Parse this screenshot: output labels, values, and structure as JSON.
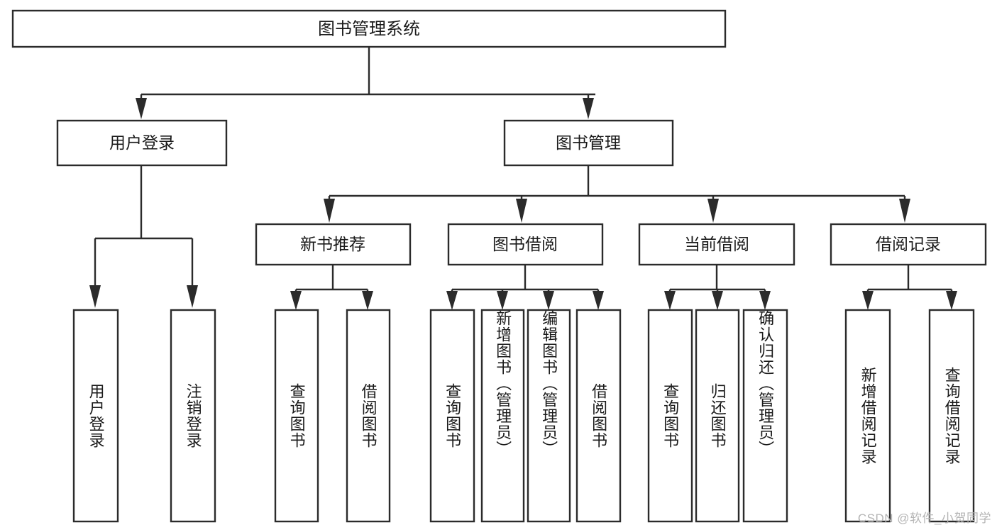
{
  "diagram": {
    "type": "tree-hierarchy",
    "title": "图书管理系统",
    "watermark": "CSDN @软件_小贺同学",
    "colors": {
      "background": "#ffffff",
      "stroke": "#2b2b2b",
      "box_fill": "#ffffff",
      "text": "#1a1a1a",
      "watermark": "#b4b4b4"
    },
    "root": {
      "label": "图书管理系统",
      "orientation": "horizontal"
    },
    "level2": [
      {
        "label": "用户登录",
        "orientation": "horizontal"
      },
      {
        "label": "图书管理",
        "orientation": "horizontal"
      }
    ],
    "level3": [
      {
        "label": "新书推荐",
        "orientation": "horizontal",
        "parent": "图书管理"
      },
      {
        "label": "图书借阅",
        "orientation": "horizontal",
        "parent": "图书管理"
      },
      {
        "label": "当前借阅",
        "orientation": "horizontal",
        "parent": "图书管理"
      },
      {
        "label": "借阅记录",
        "orientation": "horizontal",
        "parent": "图书管理"
      }
    ],
    "leaves": [
      {
        "label": "用户登录",
        "orientation": "vertical",
        "parent": "用户登录"
      },
      {
        "label": "注销登录",
        "orientation": "vertical",
        "parent": "用户登录"
      },
      {
        "label": "查询图书",
        "orientation": "vertical",
        "parent": "新书推荐"
      },
      {
        "label": "借阅图书",
        "orientation": "vertical",
        "parent": "新书推荐"
      },
      {
        "label": "查询图书",
        "orientation": "vertical",
        "parent": "图书借阅"
      },
      {
        "label": "新增图书（管理员）",
        "orientation": "vertical",
        "parent": "图书借阅"
      },
      {
        "label": "编辑图书（管理员）",
        "orientation": "vertical",
        "parent": "图书借阅"
      },
      {
        "label": "借阅图书",
        "orientation": "vertical",
        "parent": "图书借阅"
      },
      {
        "label": "查询图书",
        "orientation": "vertical",
        "parent": "当前借阅"
      },
      {
        "label": "归还图书",
        "orientation": "vertical",
        "parent": "当前借阅"
      },
      {
        "label": "确认归还（管理员）",
        "orientation": "vertical",
        "parent": "当前借阅"
      },
      {
        "label": "新增借阅记录",
        "orientation": "vertical",
        "parent": "借阅记录"
      },
      {
        "label": "查询借阅记录",
        "orientation": "vertical",
        "parent": "借阅记录"
      }
    ]
  }
}
